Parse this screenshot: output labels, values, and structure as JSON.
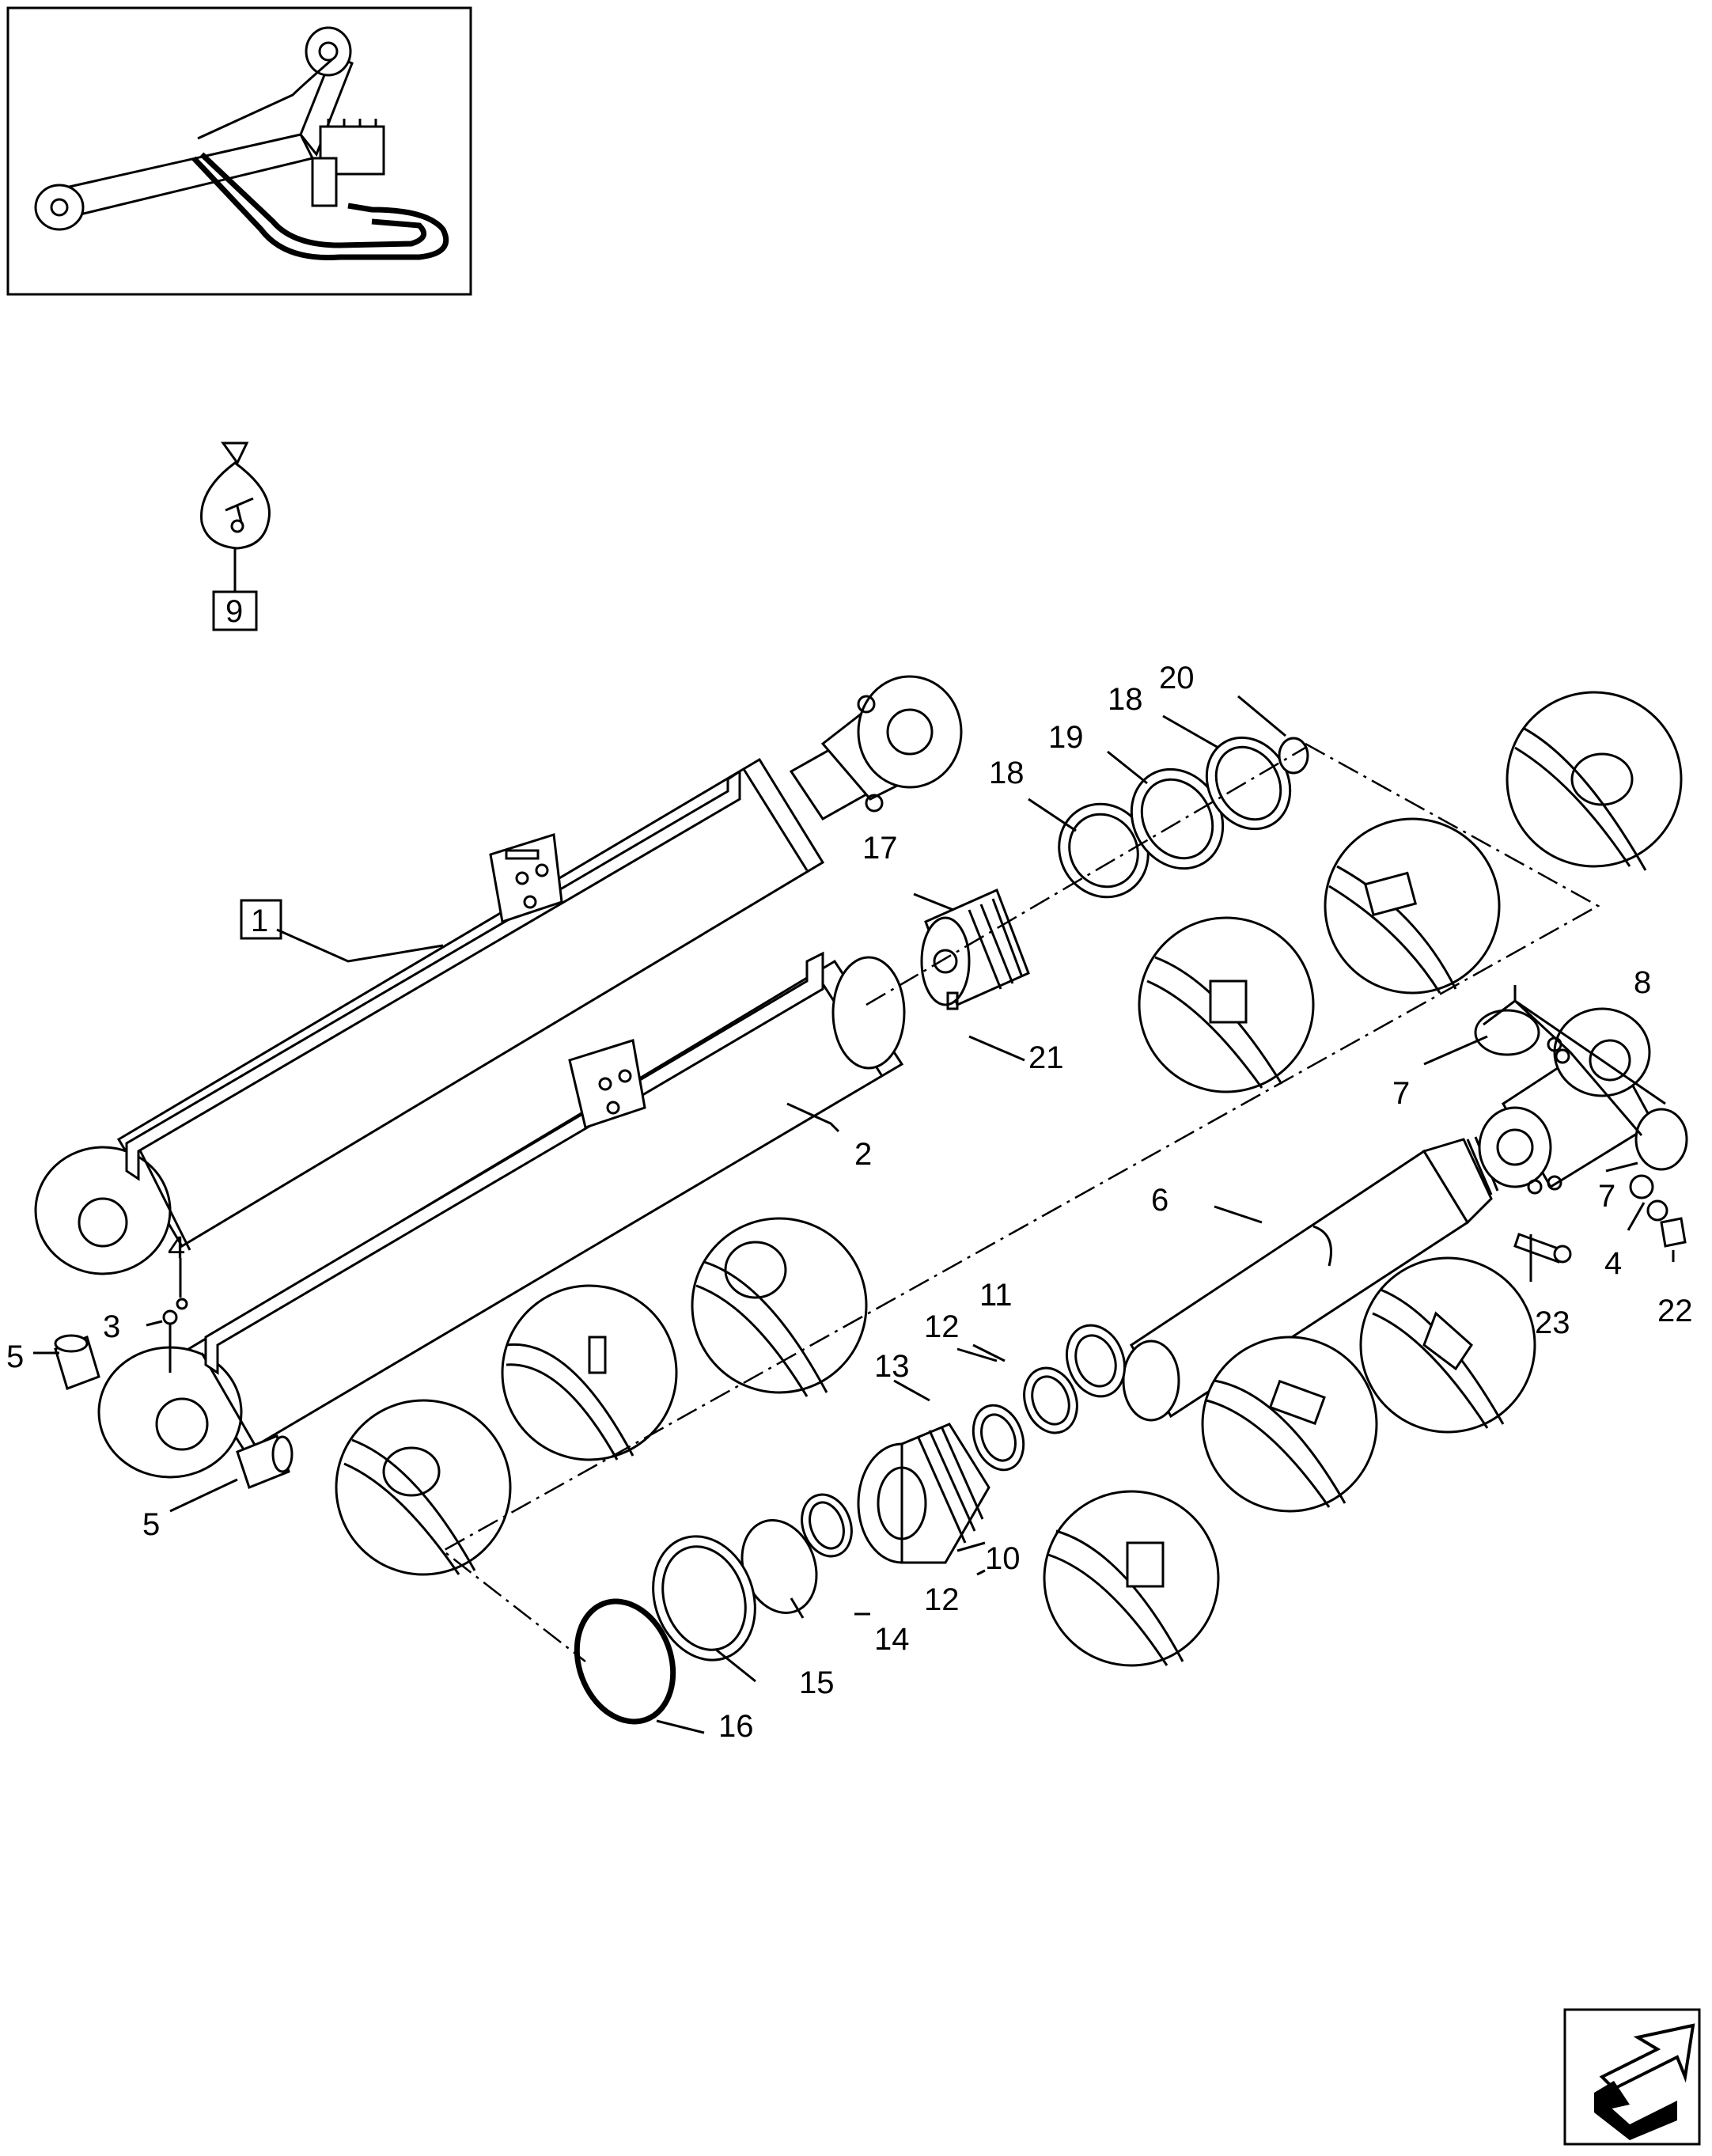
{
  "labels": {
    "c1": "1",
    "c2": "2",
    "c3": "3",
    "c4a": "4",
    "c4b": "4",
    "c5a": "5",
    "c5b": "5",
    "c6": "6",
    "c7a": "7",
    "c7b": "7",
    "c8": "8",
    "c9": "9",
    "c10": "10",
    "c11": "11",
    "c12a": "12",
    "c12b": "12",
    "c13": "13",
    "c14": "14",
    "c15": "15",
    "c16": "16",
    "c17": "17",
    "c18a": "18",
    "c18b": "18",
    "c19": "19",
    "c20": "20",
    "c21": "21",
    "c22": "22",
    "c23": "23"
  },
  "icons": {
    "inset": "hydraulic-system-inset-icon",
    "bag": "hardware-bag-icon",
    "nav": "next-page-arrow-icon"
  }
}
